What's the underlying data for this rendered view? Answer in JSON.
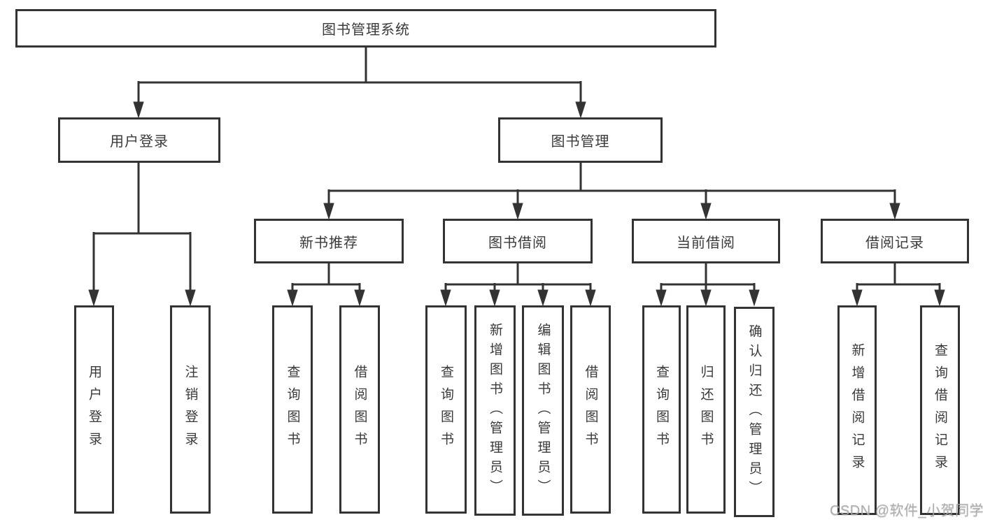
{
  "diagram": {
    "type": "hierarchy-tree",
    "title": "图书管理系统",
    "nodes": {
      "root": {
        "label": "图书管理系统"
      },
      "user_login": {
        "label": "用户登录"
      },
      "book_mgmt": {
        "label": "图书管理"
      },
      "new_book_rec": {
        "label": "新书推荐"
      },
      "book_borrow": {
        "label": "图书借阅"
      },
      "current_borrow": {
        "label": "当前借阅"
      },
      "borrow_record": {
        "label": "借阅记录"
      },
      "leaves": {
        "user_login": {
          "login": "用户登录",
          "logout": "注销登录"
        },
        "new_book_rec": {
          "query": "查询图书",
          "borrow": "借阅图书"
        },
        "book_borrow": {
          "query": "查询图书",
          "add": "新增图书（管理员）",
          "edit": "编辑图书（管理员）",
          "borrow": "借阅图书"
        },
        "current_borrow": {
          "query": "查询图书",
          "return": "归还图书",
          "confirm": "确认归还（管理员）"
        },
        "borrow_record": {
          "add": "新增借阅记录",
          "query": "查询借阅记录"
        }
      }
    },
    "structure": [
      {
        "parent": "图书管理系统",
        "children": [
          "用户登录",
          "图书管理"
        ]
      },
      {
        "parent": "用户登录",
        "children": [
          "用户登录",
          "注销登录"
        ]
      },
      {
        "parent": "图书管理",
        "children": [
          "新书推荐",
          "图书借阅",
          "当前借阅",
          "借阅记录"
        ]
      },
      {
        "parent": "新书推荐",
        "children": [
          "查询图书",
          "借阅图书"
        ]
      },
      {
        "parent": "图书借阅",
        "children": [
          "查询图书",
          "新增图书（管理员）",
          "编辑图书（管理员）",
          "借阅图书"
        ]
      },
      {
        "parent": "当前借阅",
        "children": [
          "查询图书",
          "归还图书",
          "确认归还（管理员）"
        ]
      },
      {
        "parent": "借阅记录",
        "children": [
          "新增借阅记录",
          "查询借阅记录"
        ]
      }
    ],
    "colors": {
      "line": "#333333",
      "box_border": "#333333",
      "box_fill": "#ffffff",
      "text": "#3a3a3a",
      "background": "#ffffff",
      "watermark": "#a8a8a8"
    }
  },
  "watermark": {
    "text": "CSDN @软件_小贺同学"
  }
}
